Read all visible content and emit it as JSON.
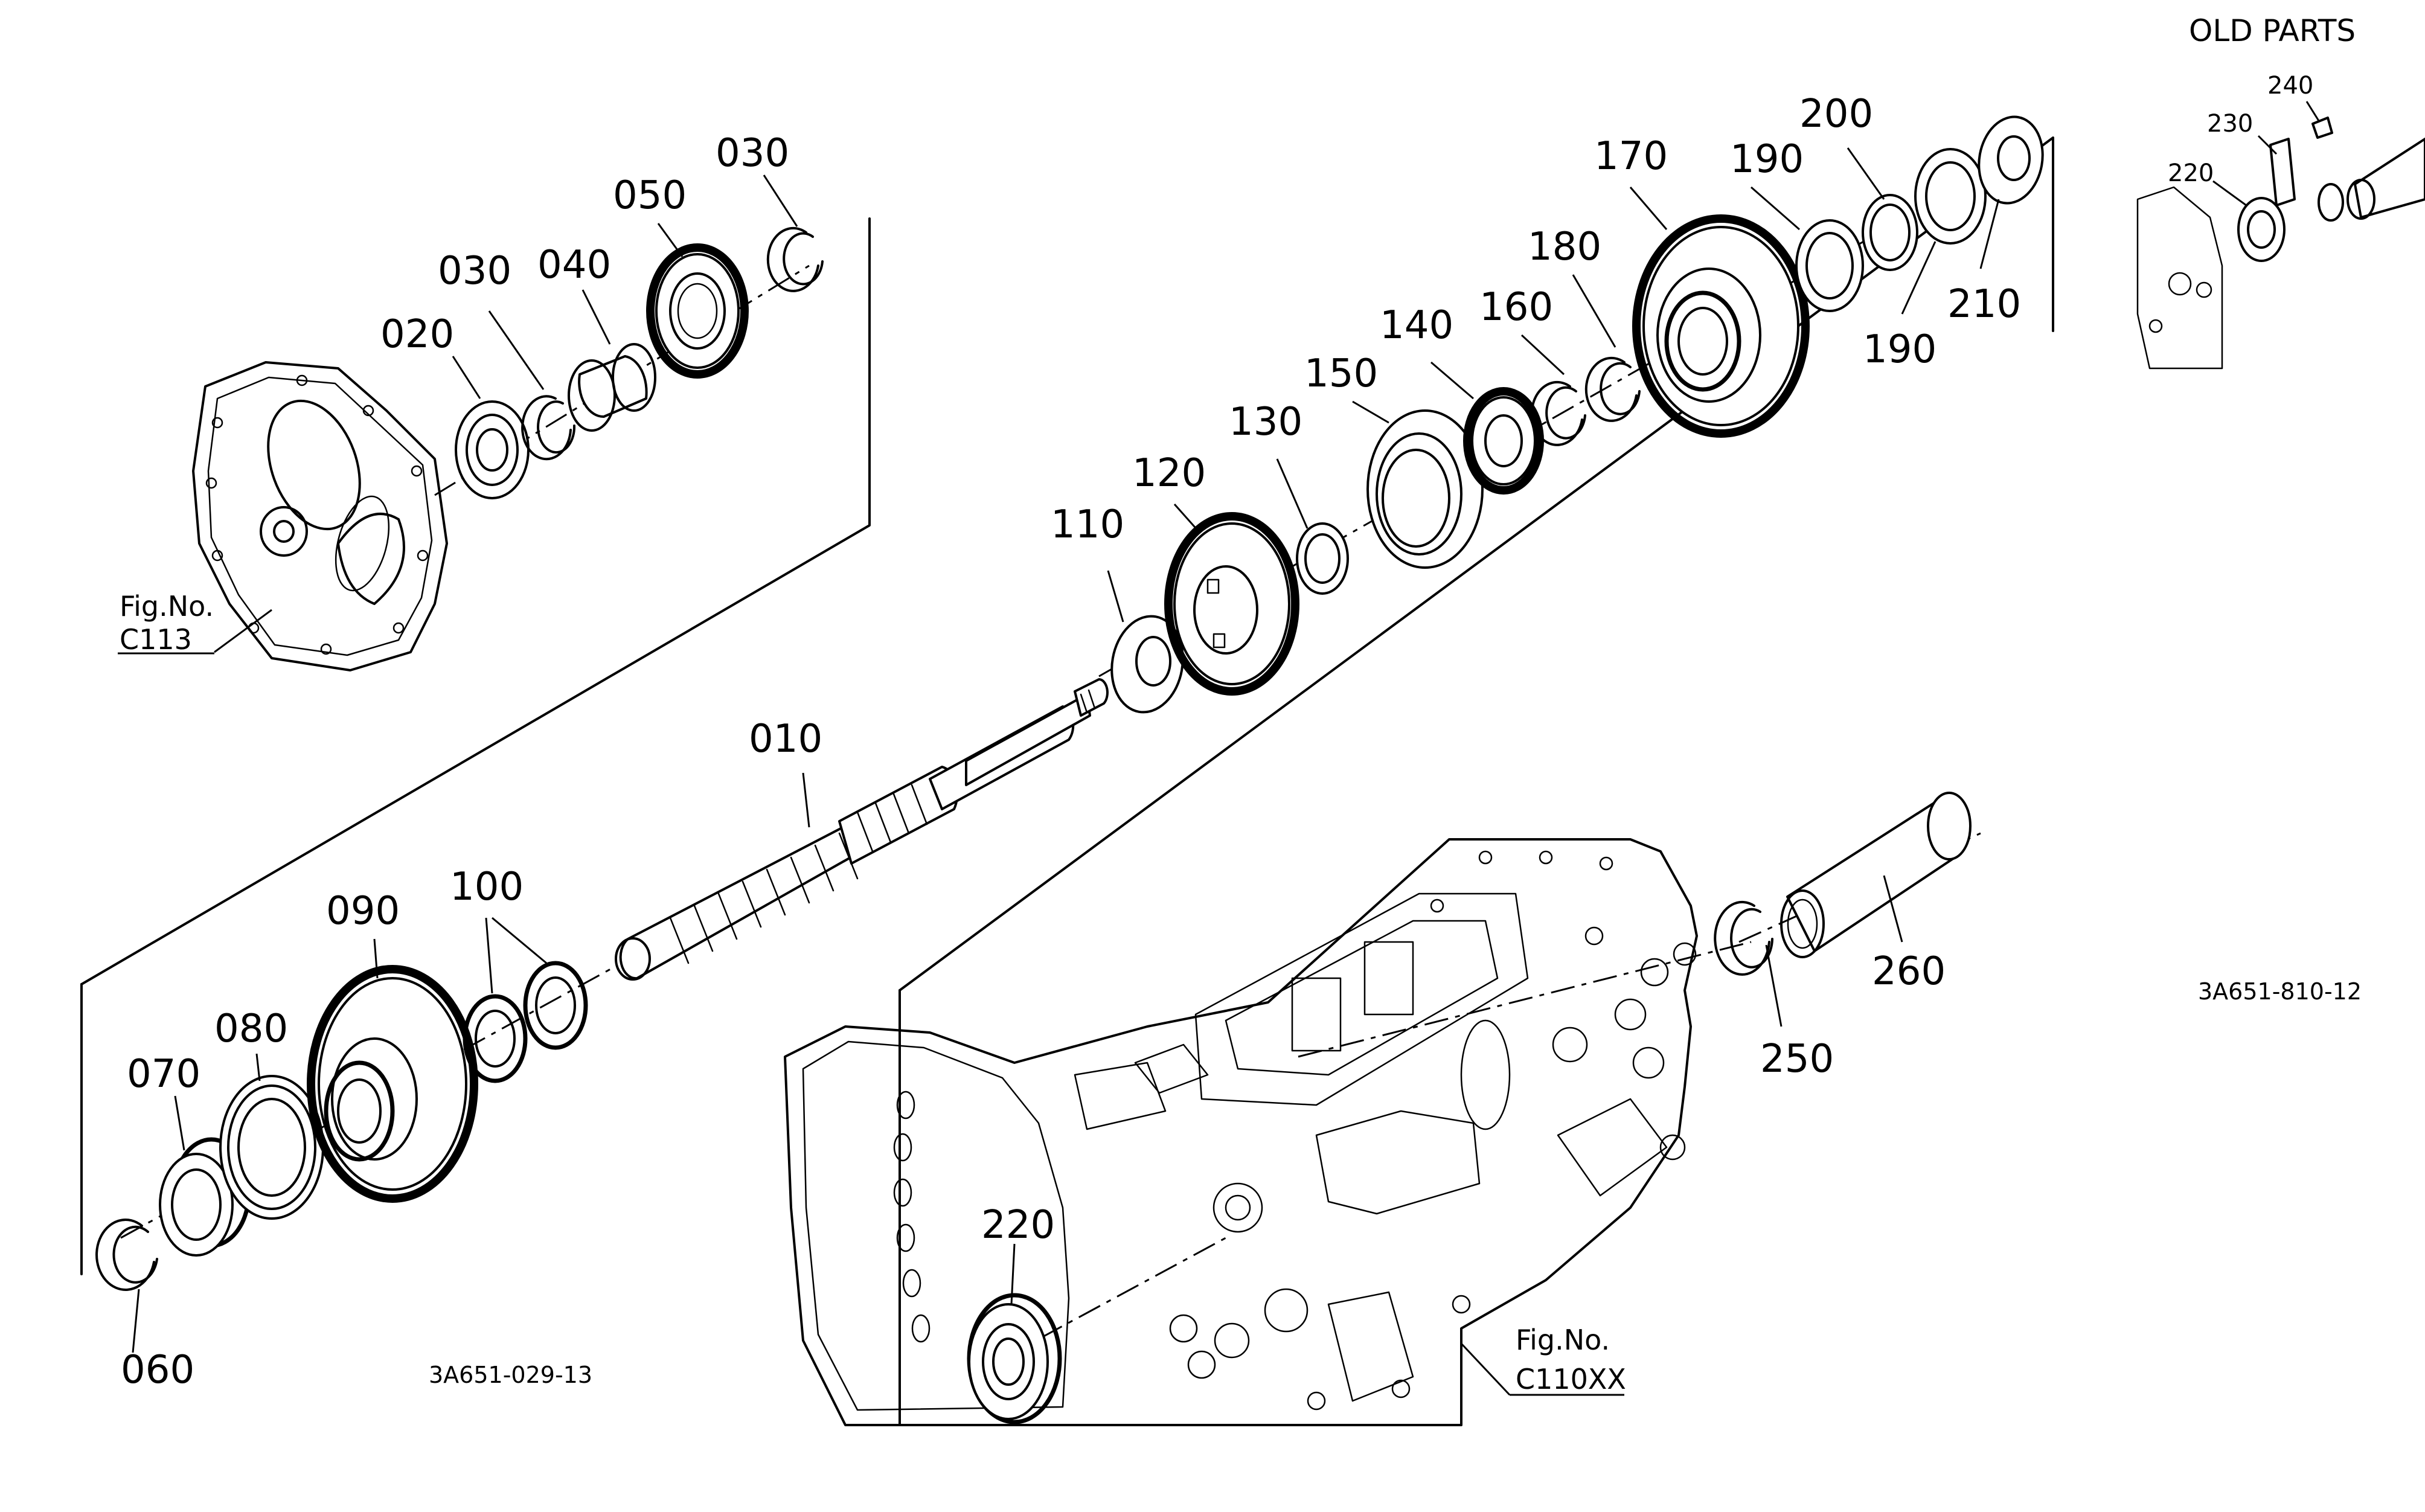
{
  "diagram": {
    "header_label": "OLD PARTS",
    "old_parts_code": "3A651-810-12",
    "main_code": "3A651-029-13",
    "fig_ref_case": {
      "prefix": "Fig.No.",
      "number": "C113"
    },
    "fig_ref_housing": {
      "prefix": "Fig.No.",
      "number": "C110XX"
    },
    "part_numbers": {
      "p010": "010",
      "p020": "020",
      "p030a": "030",
      "p030b": "030",
      "p040": "040",
      "p050": "050",
      "p060": "060",
      "p070": "070",
      "p080": "080",
      "p090": "090",
      "p100": "100",
      "p110": "110",
      "p120": "120",
      "p130": "130",
      "p140": "140",
      "p150": "150",
      "p160": "160",
      "p170": "170",
      "p180": "180",
      "p190a": "190",
      "p190b": "190",
      "p200": "200",
      "p210": "210",
      "p220": "220",
      "p250": "250",
      "p260": "260"
    },
    "old_part_numbers": {
      "p220": "220",
      "p230": "230",
      "p240": "240"
    }
  }
}
